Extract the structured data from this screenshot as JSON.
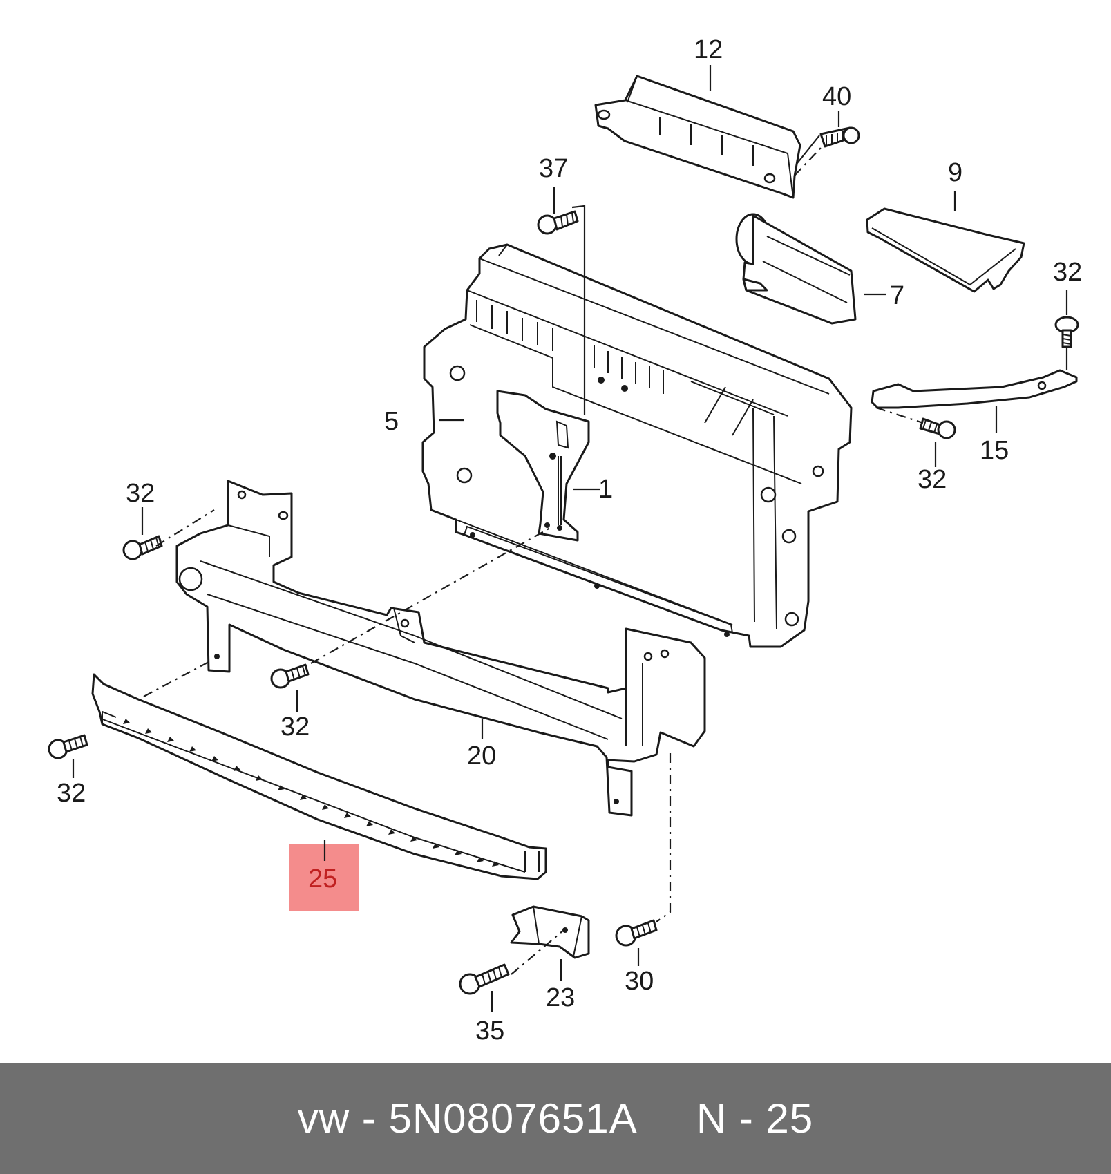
{
  "diagram": {
    "callouts": {
      "c12": "12",
      "c40": "40",
      "c37": "37",
      "c9": "9",
      "c32_right_top": "32",
      "c7": "7",
      "c5": "5",
      "c15": "15",
      "c32_right_bottom": "32",
      "c1": "1",
      "c32_left_top": "32",
      "c32_center": "32",
      "c20": "20",
      "c32_left_bottom": "32",
      "c25": "25",
      "c23": "23",
      "c30": "30",
      "c35": "35"
    },
    "highlight": {
      "part": "25",
      "color": "#f48c8c"
    }
  },
  "footer": {
    "brand": "vw",
    "separator": " - ",
    "part_number": "5N0807651A",
    "position_prefix": "N - ",
    "position_number": "25",
    "background_color": "#6f6f6f"
  }
}
